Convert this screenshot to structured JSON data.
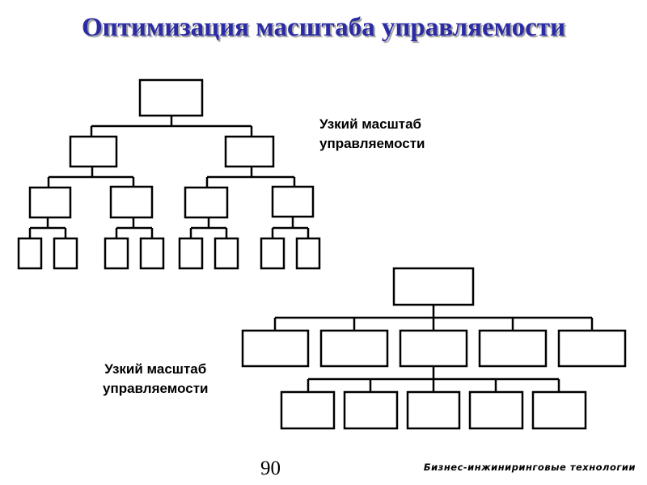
{
  "title": "Оптимизация масштаба управляемости",
  "diagrams": [
    {
      "label_line1": "Узкий масштаб",
      "label_line2": "управляемости"
    },
    {
      "label_line1": "Узкий масштаб",
      "label_line2": "управляемости"
    }
  ],
  "page_number": "90",
  "footer": "Бизнес-инжиниринговые технологии"
}
